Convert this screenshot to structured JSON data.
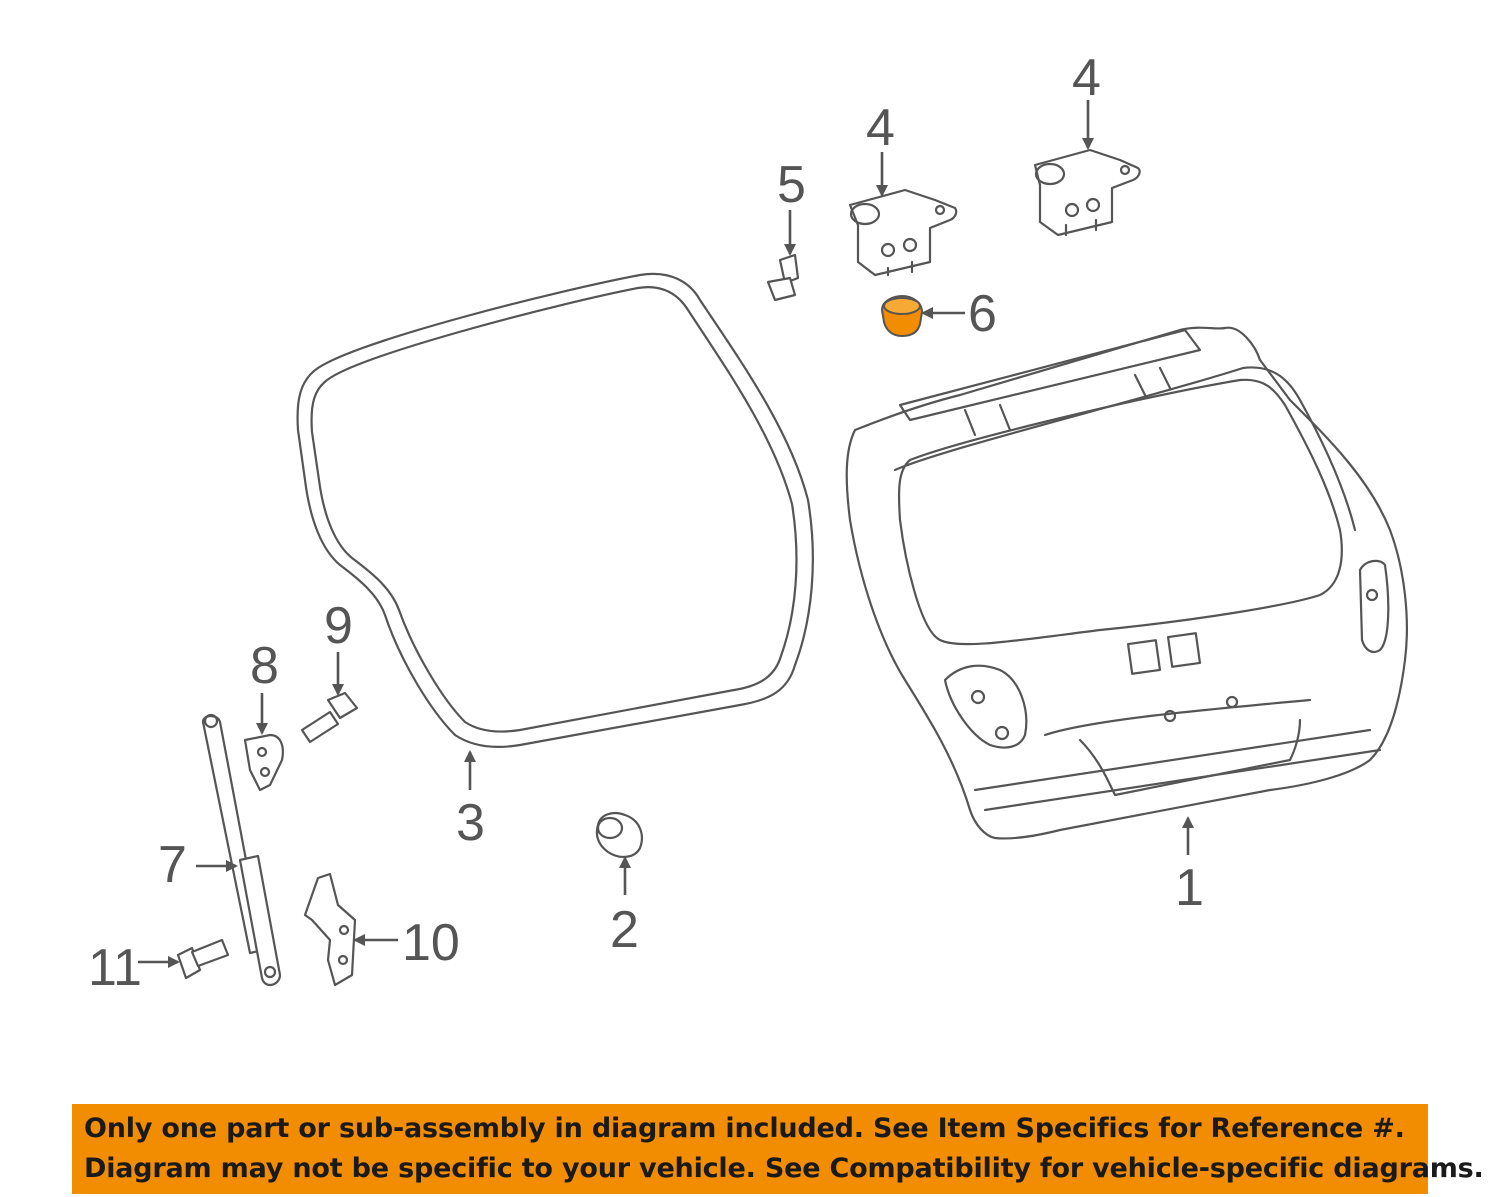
{
  "diagram": {
    "highlight_color": "#f28c00",
    "line_color": "#555555",
    "callouts": [
      {
        "id": "1",
        "label": "1",
        "part": "liftgate"
      },
      {
        "id": "2",
        "label": "2",
        "part": "bumper-stop"
      },
      {
        "id": "3",
        "label": "3",
        "part": "weatherstrip"
      },
      {
        "id": "4a",
        "label": "4",
        "part": "hinge-left"
      },
      {
        "id": "4b",
        "label": "4",
        "part": "hinge-right"
      },
      {
        "id": "5",
        "label": "5",
        "part": "hinge-bolt"
      },
      {
        "id": "6",
        "label": "6",
        "part": "nut",
        "highlighted": true
      },
      {
        "id": "7",
        "label": "7",
        "part": "lift-support"
      },
      {
        "id": "8",
        "label": "8",
        "part": "upper-bracket"
      },
      {
        "id": "9",
        "label": "9",
        "part": "upper-bolt"
      },
      {
        "id": "10",
        "label": "10",
        "part": "lower-bracket"
      },
      {
        "id": "11",
        "label": "11",
        "part": "lower-bolt"
      }
    ]
  },
  "notice": {
    "line1": "Only one part or sub-assembly in diagram included. See Item Specifics for Reference #.",
    "line2": "Diagram may not be specific to your vehicle. See Compatibility for vehicle-specific diagrams.",
    "background": "#f28c00"
  }
}
